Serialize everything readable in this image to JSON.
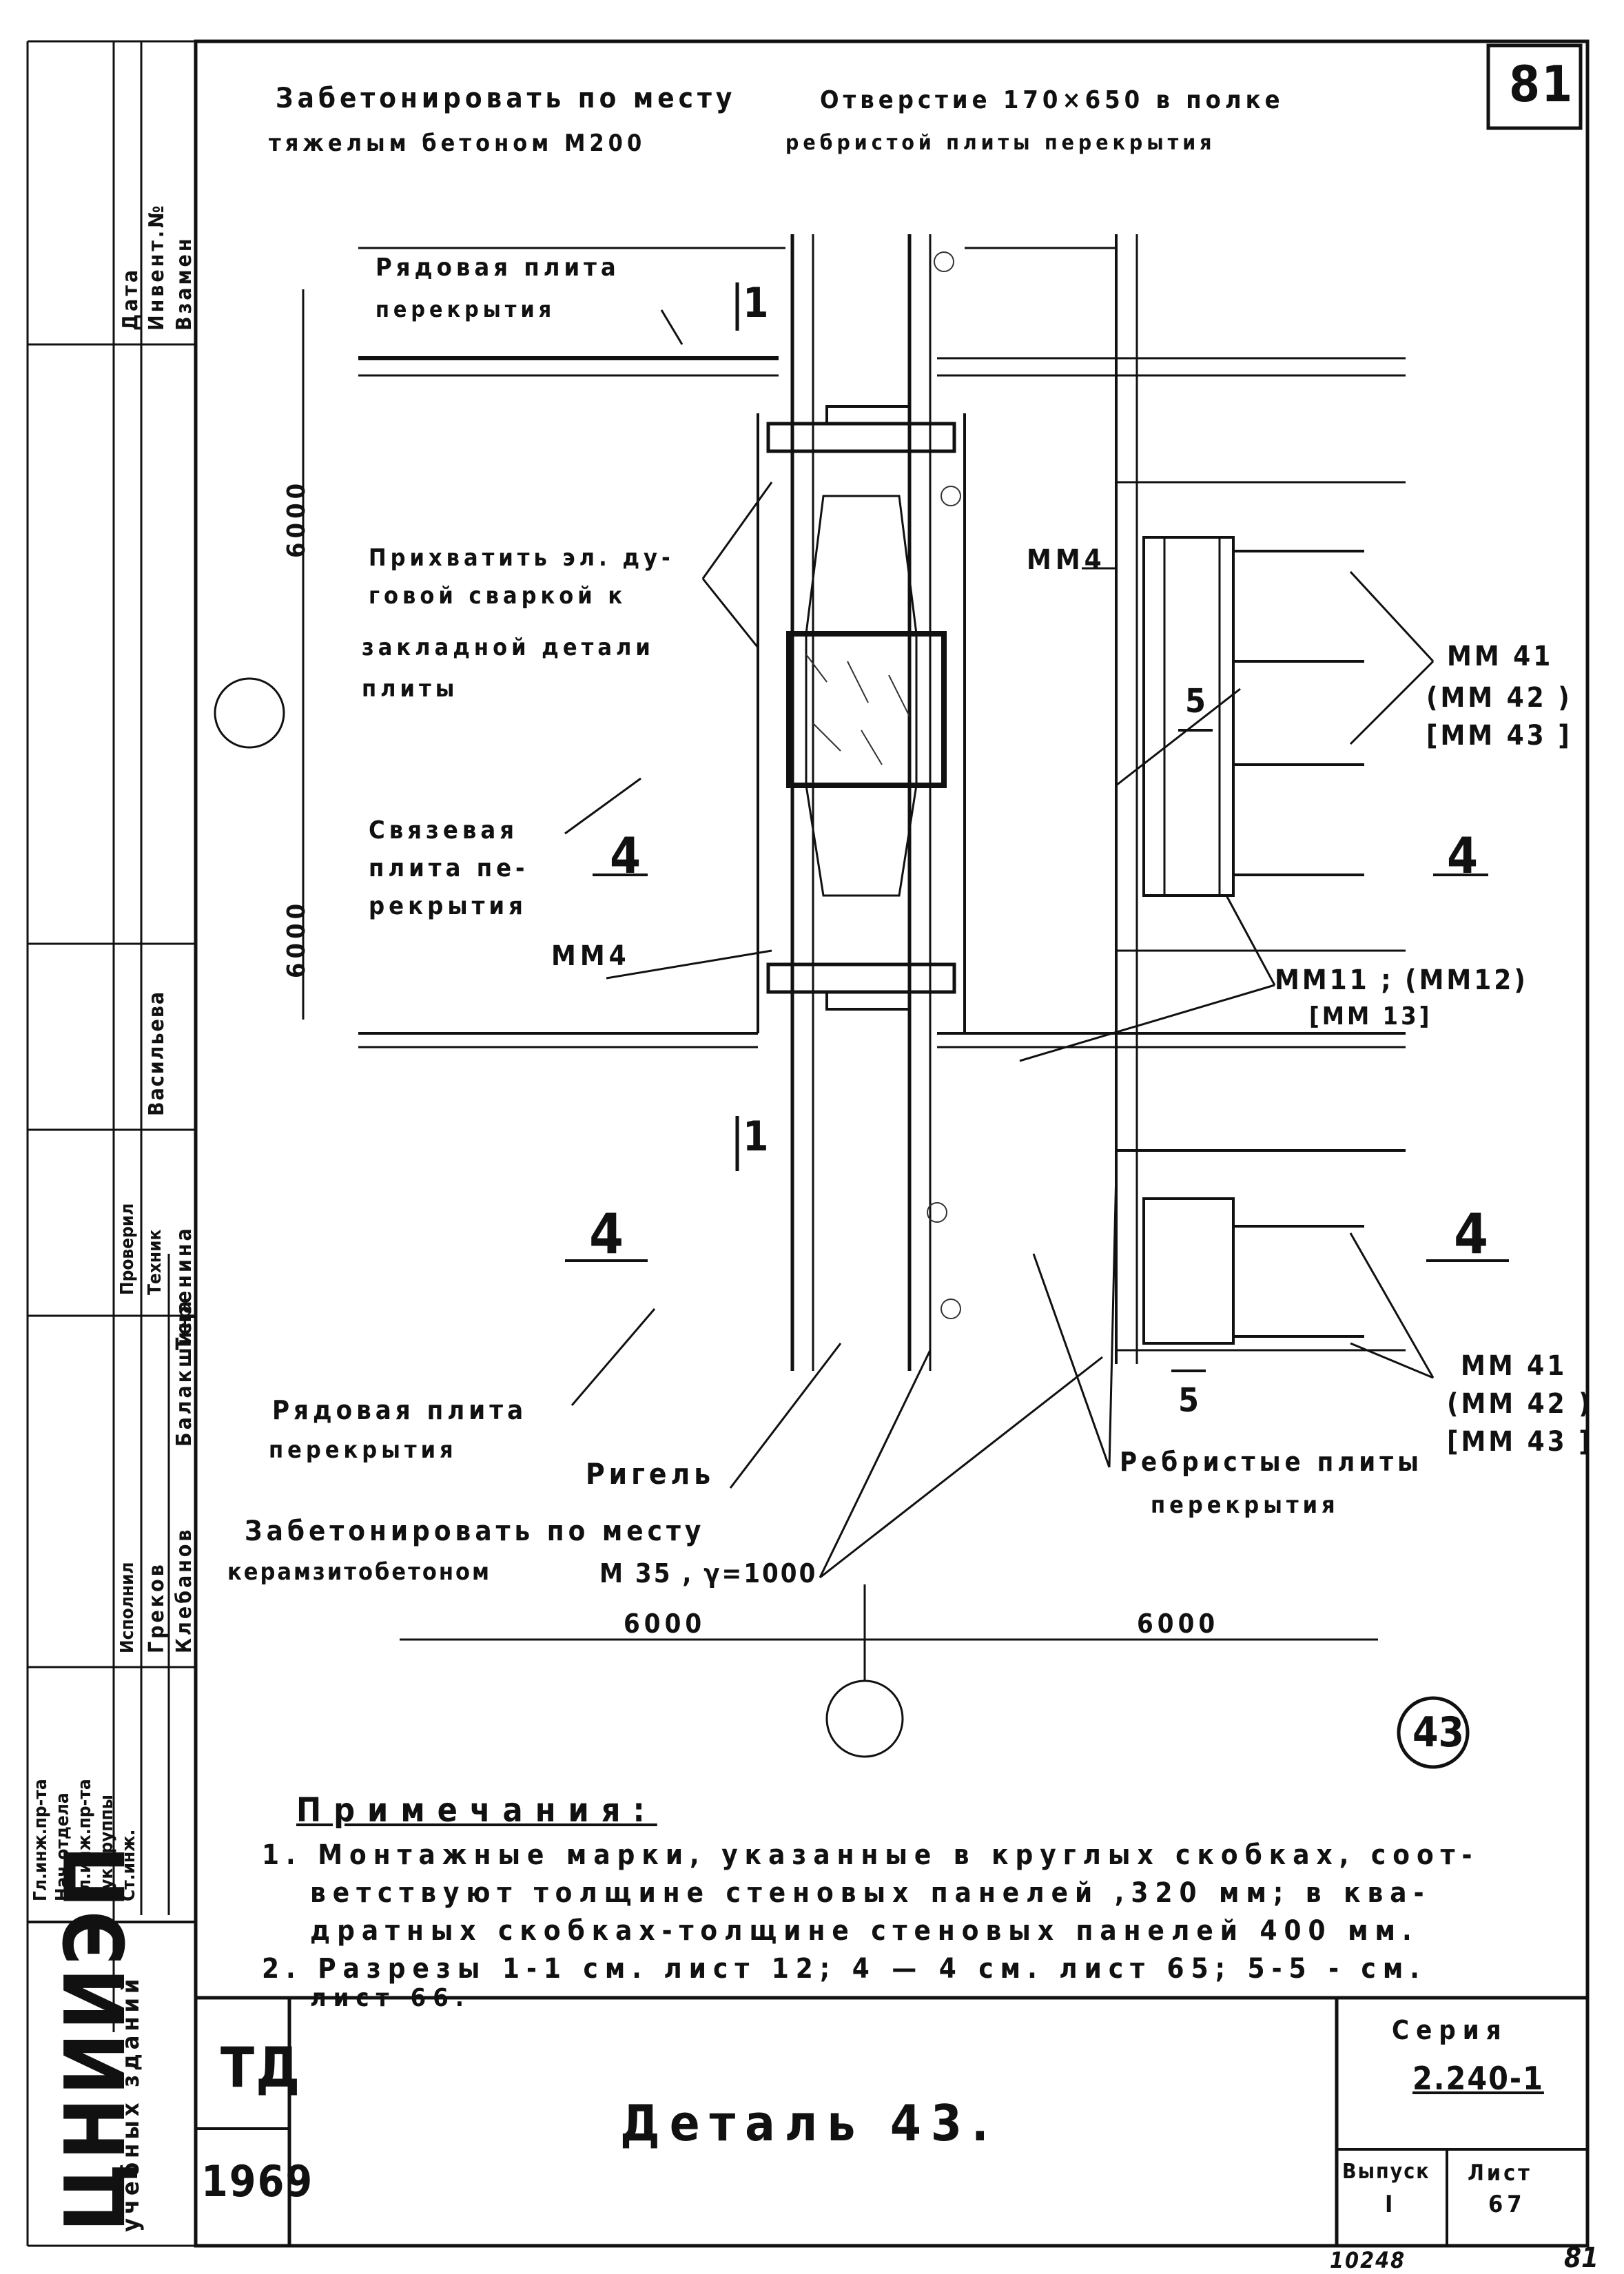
{
  "sheet": {
    "number": "81",
    "detail_circle": "43",
    "bottom_number": "10248",
    "corner_number": "81"
  },
  "callouts": {
    "top_left_1": "Забетонировать по месту",
    "top_left_2": "тяжелым бетоном М200",
    "top_right_1": "Отверстие 170×650 в полке",
    "top_right_2": "ребристой плиты перекрытия",
    "ordinary_slab_top_1": "Рядовая плита",
    "ordinary_slab_top_2": "перекрытия",
    "weld_1": "Прихватить эл. ду-",
    "weld_2": "говой сваркой к",
    "weld_3": "закладной детали",
    "weld_4": "плиты",
    "tie_slab_1": "Связевая",
    "tie_slab_2": "плита пе-",
    "tie_slab_3": "рекрытия",
    "mm4_left": "ММ4",
    "mm4_center": "ММ4",
    "mm41_top": "ММ 41",
    "mm42_top": "(ММ 42 )",
    "mm43_top": "[ММ 43 ]",
    "mm11": "ММ11 ;  (ММ12)",
    "mm13": "[ММ 13]",
    "mm41_bot": "ММ 41",
    "mm42_bot": "(ММ 42 )",
    "mm43_bot": "[ММ 43 ]",
    "ordinary_slab_bot_1": "Рядовая плита",
    "ordinary_slab_bot_2": "перекрытия",
    "rigel": "Ригель",
    "ribbed_1": "Ребристые плиты",
    "ribbed_2": "перекрытия",
    "concrete_bot_1": "Забетонировать по месту",
    "concrete_bot_2": "керамзитобетоном",
    "concrete_bot_3": "М 35 , γ=1000"
  },
  "dimensions": {
    "left_upper": "6000",
    "left_lower": "6000",
    "bottom_left": "6000",
    "bottom_right": "6000"
  },
  "section_marks": {
    "s1_top": "1",
    "s1_bot": "1",
    "s4_left": "4",
    "s4_right": "4",
    "s4_bot_left": "4",
    "s4_bot_right": "4",
    "s5_top": "5",
    "s5_bot": "5"
  },
  "notes": {
    "heading": "Примечания:",
    "n1_a": "1. Монтажные  марки,  указанные  в круглых  скобках, соот-",
    "n1_b": "ветствуют  толщине  стеновых  панелей ,320 мм;  в ква-",
    "n1_c": "дратных  скобках-толщине  стеновых  панелей  400 мм.",
    "n2_a": "2. Разрезы  1-1  см.  лист 12;     4 — 4 см.  лист 65; 5-5 - см.",
    "n2_b": "лист 66."
  },
  "title_block": {
    "td": "ТД",
    "year": "1969",
    "title": "Деталь 43.",
    "series_label": "Серия",
    "series_value": "2.240-1",
    "issue_label": "Выпуск",
    "issue_value": "I",
    "sheet_label": "Лист",
    "sheet_value": "67"
  },
  "left_strip": {
    "org": "ЦНИИЭП",
    "org_sub": "учебных зданий",
    "roles": [
      "Гл.инж.пр-та",
      "Нач.отдела",
      "Гл.инж.пр-та",
      "Рук.группы",
      "Ст.инж."
    ],
    "role_b": [
      "Исполнил",
      "Проверил",
      "Техник"
    ],
    "names": [
      "Греков",
      "Клебанов",
      "Балакшина",
      "Теренина"
    ],
    "name_c": "Васильева",
    "inv": "Инвент.№",
    "vzamen": "Взамен",
    "data": "Дата"
  }
}
